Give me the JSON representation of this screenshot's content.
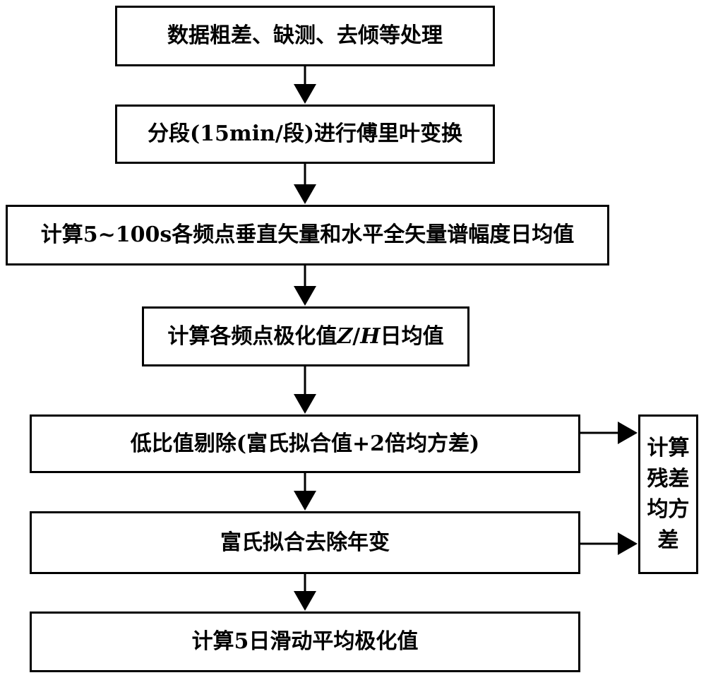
{
  "steps": [
    {
      "id": "step1",
      "label": "数据粗差、缺测、去倾等处理"
    },
    {
      "id": "step2",
      "label": "分段(15min/段)进行傅里叶变换"
    },
    {
      "id": "step3",
      "label": "计算5~100s各频点垂直矢量和水平全矢量谱幅度日均值"
    },
    {
      "id": "step4",
      "label_prefix": "计算各频点极化值",
      "label_var1": "Z",
      "label_sep": "/",
      "label_var2": "H",
      "label_suffix": "日均值"
    },
    {
      "id": "step5",
      "label": "低比值剔除(富氏拟合值+2倍均方差)"
    },
    {
      "id": "step6",
      "label": "富氏拟合去除年变"
    },
    {
      "id": "step7",
      "label": "计算5日滑动平均极化值"
    }
  ],
  "side_box": {
    "lines": [
      "计算",
      "残差",
      "均方",
      "差"
    ]
  }
}
